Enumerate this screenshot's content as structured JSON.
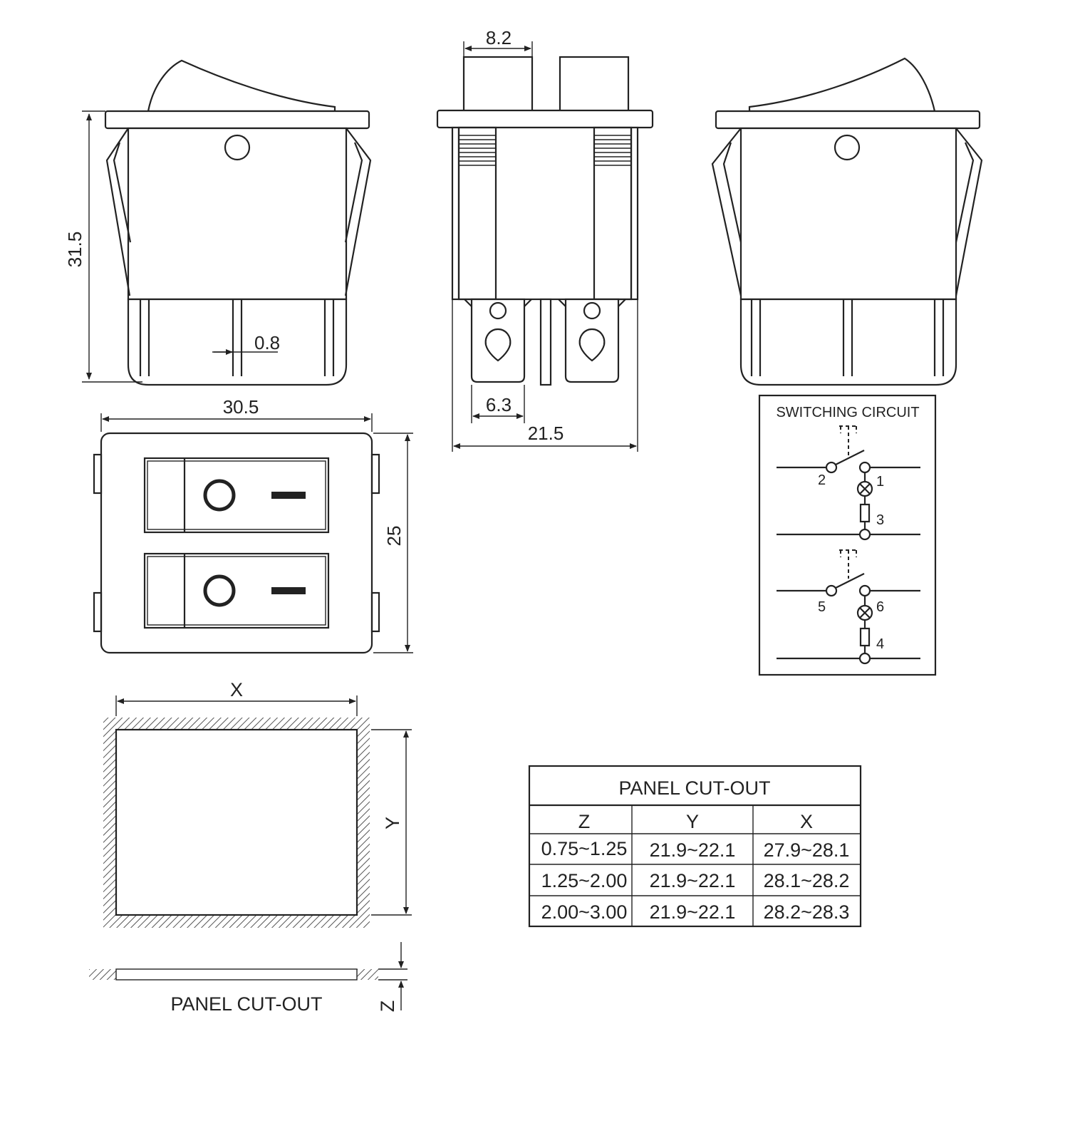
{
  "front_view": {
    "height_dim": "31.5",
    "terminal_width_dim": "0.8"
  },
  "side_view": {
    "top_width_dim": "8.2",
    "terminal_width_dim": "6.3",
    "body_depth_dim": "21.5"
  },
  "top_view": {
    "width_dim": "30.5",
    "height_dim": "25"
  },
  "switching_circuit": {
    "title": "SWITCHING CIRCUIT",
    "pins": [
      "1",
      "2",
      "3",
      "4",
      "5",
      "6"
    ]
  },
  "cutout_drawing": {
    "x_label": "X",
    "y_label": "Y",
    "z_label": "Z",
    "caption": "PANEL CUT-OUT"
  },
  "cutout_table": {
    "title": "PANEL CUT-OUT",
    "headers": [
      "Z",
      "Y",
      "X"
    ],
    "rows": [
      [
        "0.75~1.25",
        "21.9~22.1",
        "27.9~28.1"
      ],
      [
        "1.25~2.00",
        "21.9~22.1",
        "28.1~28.2"
      ],
      [
        "2.00~3.00",
        "21.9~22.1",
        "28.2~28.3"
      ]
    ]
  }
}
